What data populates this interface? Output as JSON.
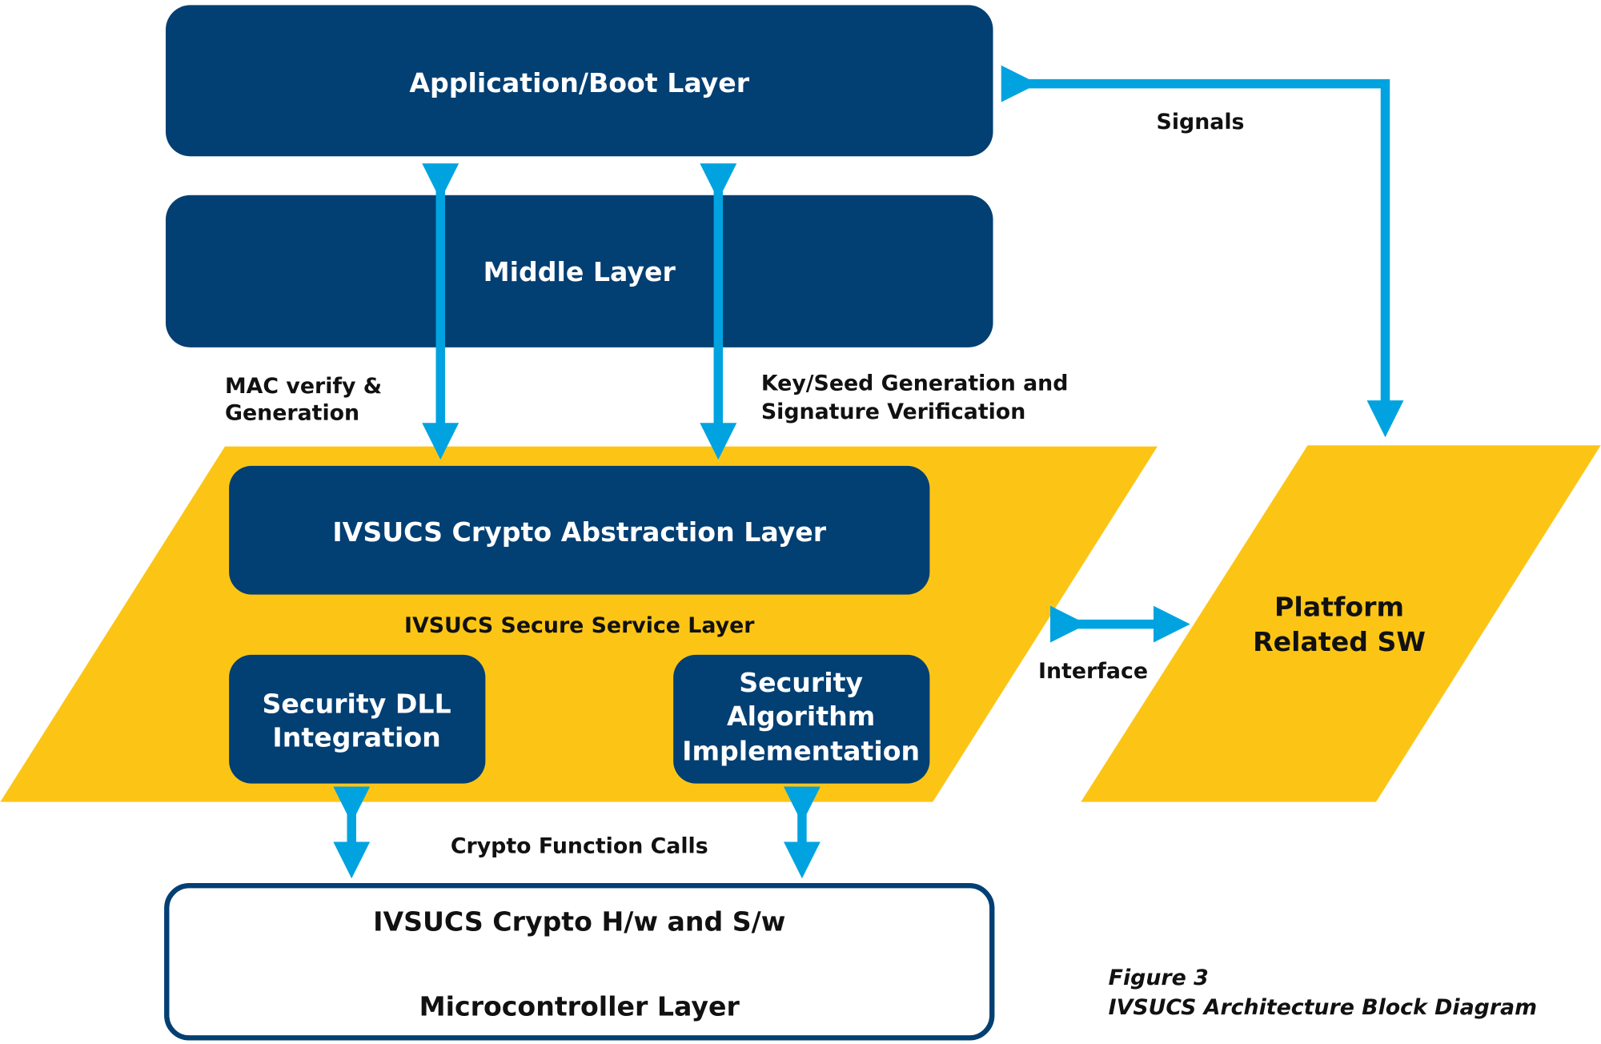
{
  "colors": {
    "navy": "#023f73",
    "yellow": "#fcc516",
    "arrow": "#00a3e0",
    "text_dark": "#111111",
    "text_light": "#ffffff"
  },
  "blocks": {
    "application": "Application/Boot Layer",
    "middle": "Middle Layer",
    "secure_service": "IVSUCS Secure Service Layer",
    "crypto_abstraction": "IVSUCS Crypto Abstraction Layer",
    "security_dll": [
      "Security DLL",
      "Integration"
    ],
    "security_algorithm": [
      "Security",
      "Algorithm",
      "Implementation"
    ],
    "platform": [
      "Platform",
      "Related SW"
    ],
    "crypto_hw": "IVSUCS Crypto H/w and S/w",
    "microcontroller": "Microcontroller Layer"
  },
  "labels": {
    "signals": "Signals",
    "mac": [
      "MAC verify &",
      "Generation"
    ],
    "keyseed": [
      "Key/Seed Generation and",
      "Signature Verification"
    ],
    "interface": "Interface",
    "crypto_calls": "Crypto Function Calls"
  },
  "caption": {
    "figure": "Figure 3",
    "title": "IVSUCS Architecture Block Diagram"
  }
}
